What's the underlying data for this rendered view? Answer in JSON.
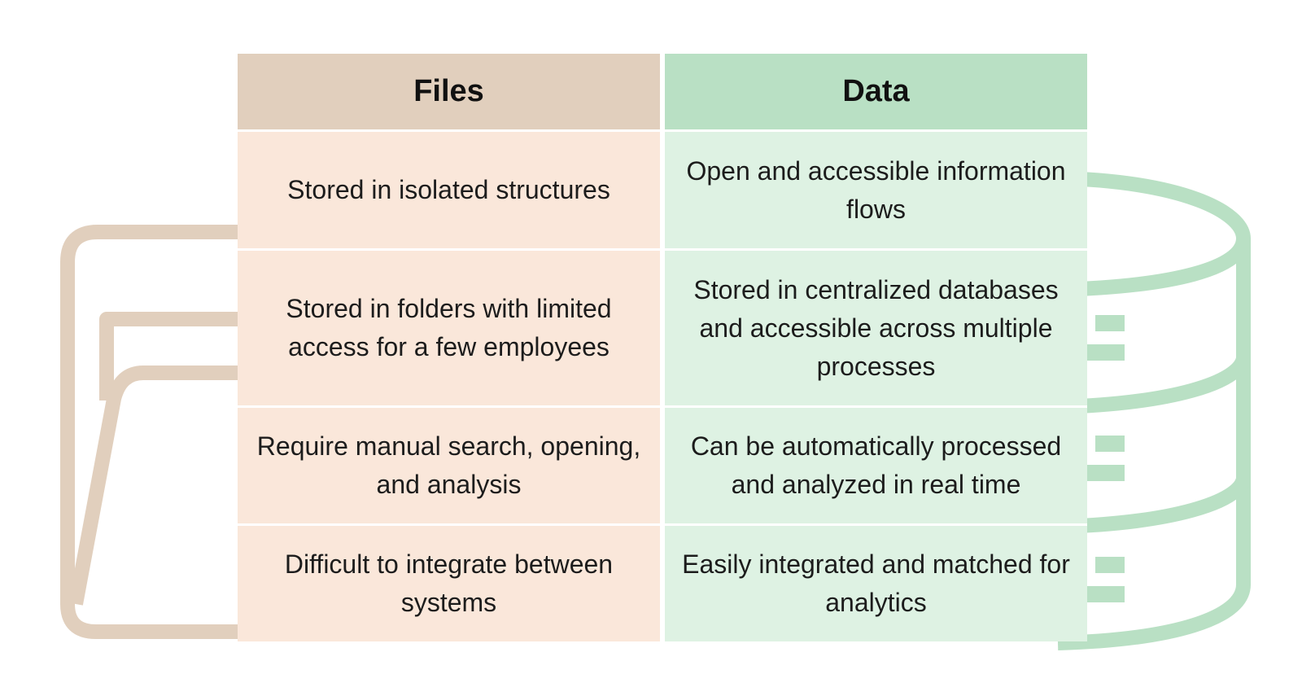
{
  "comparison": {
    "columns": {
      "files": "Files",
      "data": "Data"
    },
    "rows": [
      {
        "files": "Stored in isolated structures",
        "data": "Open and accessible information flows"
      },
      {
        "files": "Stored in folders with limited access for a few employees",
        "data": "Stored in centralized databases and accessible across multiple processes"
      },
      {
        "files": "Require manual search, opening, and analysis",
        "data": "Can be automatically processed and analyzed in real time"
      },
      {
        "files": "Difficult to integrate between systems",
        "data": "Easily integrated and matched for analytics"
      }
    ]
  },
  "colors": {
    "files_header": "#e1cfbd",
    "data_header": "#b9e0c4",
    "files_cell": "#fae7da",
    "data_cell": "#def2e3",
    "folder_outline": "#e1cfbd",
    "database_outline": "#b9e0c4"
  },
  "icons": {
    "left": "folder-icon",
    "right": "database-icon"
  }
}
